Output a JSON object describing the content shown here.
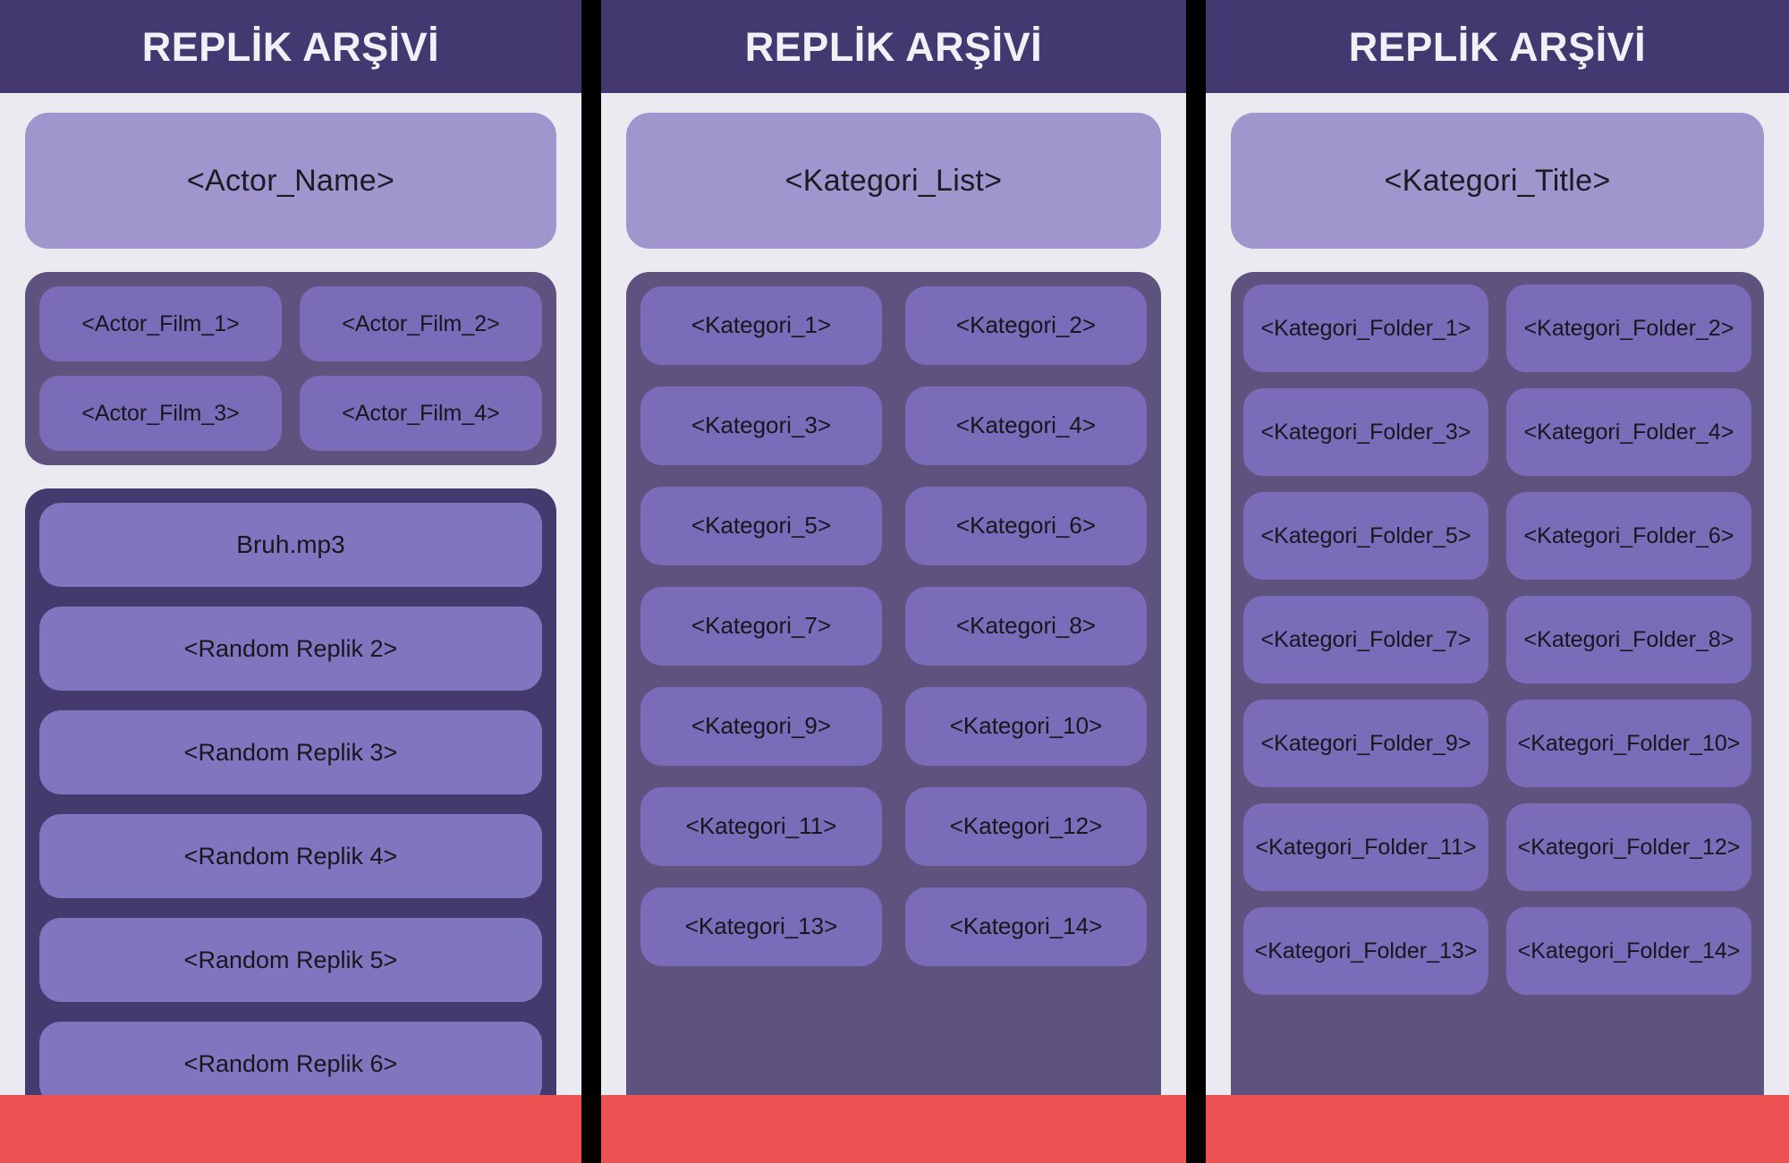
{
  "app": {
    "title": "REPLİK ARŞİVİ",
    "colors": {
      "appbar": "#433870",
      "panel_bg": "#eaeaf0",
      "title_pill": "#a096cd",
      "chip_container": "#5e537f",
      "chip": "#7a6cb8",
      "replik_container": "#453a6d",
      "replik_row": "#8076c0",
      "bottom_bar": "#ed5252",
      "divider": "#000000"
    }
  },
  "panels": [
    {
      "name": "actor-screen",
      "appbar_title": "REPLİK ARŞİVİ",
      "title": "<Actor_Name>",
      "films": [
        "<Actor_Film_1>",
        "<Actor_Film_2>",
        "<Actor_Film_3>",
        "<Actor_Film_4>"
      ],
      "repliks": [
        "Bruh.mp3",
        "<Random Replik 2>",
        "<Random Replik 3>",
        "<Random Replik 4>",
        "<Random Replik 5>",
        "<Random Replik 6>"
      ]
    },
    {
      "name": "category-list-screen",
      "appbar_title": "REPLİK ARŞİVİ",
      "title": "<Kategori_List>",
      "categories": [
        "<Kategori_1>",
        "<Kategori_2>",
        "<Kategori_3>",
        "<Kategori_4>",
        "<Kategori_5>",
        "<Kategori_6>",
        "<Kategori_7>",
        "<Kategori_8>",
        "<Kategori_9>",
        "<Kategori_10>",
        "<Kategori_11>",
        "<Kategori_12>",
        "<Kategori_13>",
        "<Kategori_14>"
      ]
    },
    {
      "name": "category-folder-screen",
      "appbar_title": "REPLİK ARŞİVİ",
      "title": "<Kategori_Title>",
      "folders": [
        "<Kategori_Folder_1>",
        "<Kategori_Folder_2>",
        "<Kategori_Folder_3>",
        "<Kategori_Folder_4>",
        "<Kategori_Folder_5>",
        "<Kategori_Folder_6>",
        "<Kategori_Folder_7>",
        "<Kategori_Folder_8>",
        "<Kategori_Folder_9>",
        "<Kategori_Folder_10>",
        "<Kategori_Folder_11>",
        "<Kategori_Folder_12>",
        "<Kategori_Folder_13>",
        "<Kategori_Folder_14>"
      ]
    }
  ]
}
